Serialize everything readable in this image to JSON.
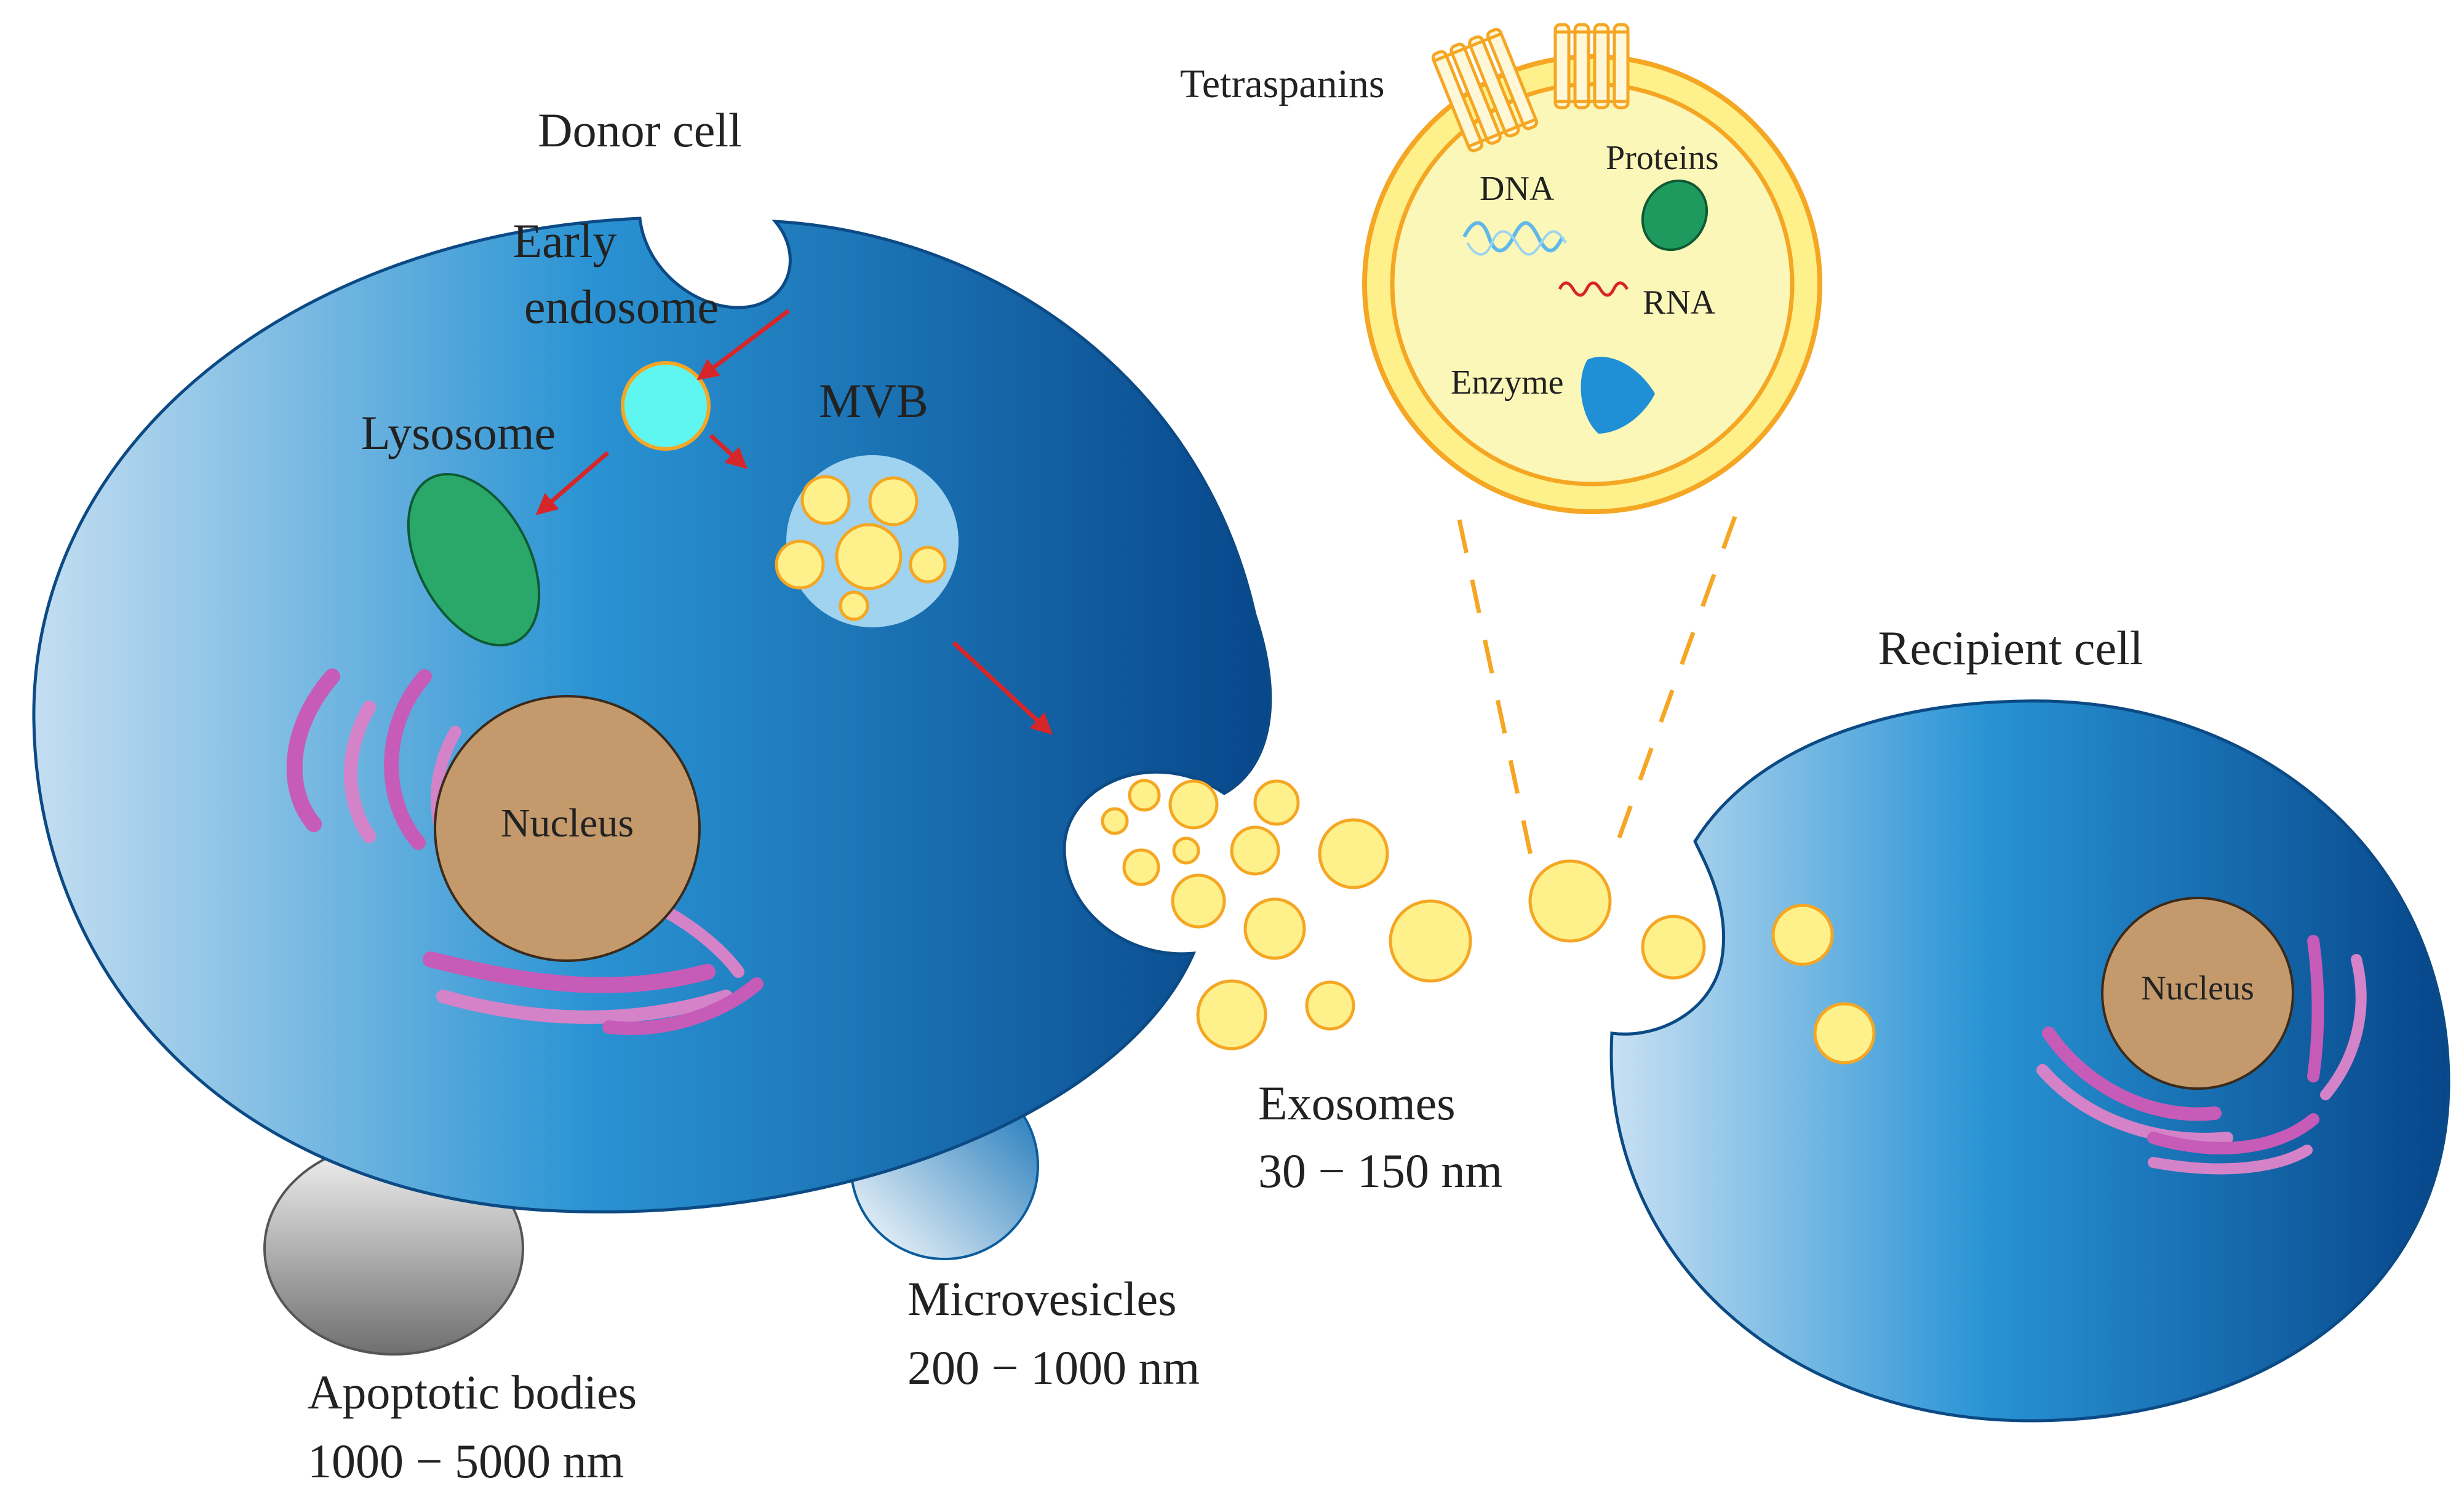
{
  "labels": {
    "donor_cell": "Donor cell",
    "early_endosome_line1": "Early",
    "early_endosome_line2": "endosome",
    "lysosome": "Lysosome",
    "mvb": "MVB",
    "nucleus_donor": "Nucleus",
    "nucleus_recipient": "Nucleus",
    "recipient_cell": "Recipient cell",
    "exosomes": "Exosomes",
    "exosomes_size": "30 − 150 nm",
    "microvesicles": "Microvesicles",
    "microvesicles_size": "200 − 1000 nm",
    "apoptotic_bodies": "Apoptotic bodies",
    "apoptotic_bodies_size": "1000 − 5000 nm",
    "tetraspanins": "Tetraspanins",
    "dna": "DNA",
    "proteins": "Proteins",
    "rna": "RNA",
    "enzyme": "Enzyme"
  },
  "colors": {
    "cell_light": "#bcd9ef",
    "cell_mid": "#1f8fd0",
    "cell_dark": "#0a4f8f",
    "vesicle_fill": "#fef08a",
    "vesicle_stroke": "#f5a623",
    "nucleus": "#c49a6c",
    "golgi": "#c75bb8",
    "lysosome": "#2aa86a",
    "early_endosome": "#5ff5f0",
    "mvb": "#9fd3f0",
    "arrow": "#d7262a",
    "enzyme": "#1f8fd6"
  }
}
